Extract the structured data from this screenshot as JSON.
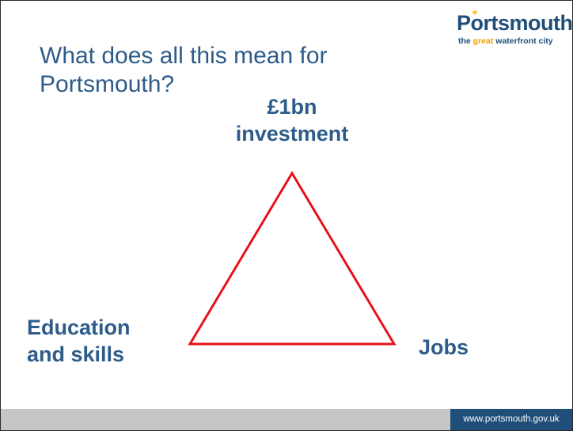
{
  "slide": {
    "title": "What does all this mean for Portsmouth?",
    "logo": {
      "name": "Portsmouth",
      "tagline_prefix": "the ",
      "tagline_highlight": "great",
      "tagline_suffix": " waterfront city"
    },
    "triangle": {
      "top_label_line1": "£1bn",
      "top_label_line2": "investment",
      "left_label_line1": "Education",
      "left_label_line2": "and skills",
      "right_label": "Jobs",
      "stroke_color": "#e8121b"
    },
    "footer": {
      "url": "www.portsmouth.gov.uk"
    }
  }
}
